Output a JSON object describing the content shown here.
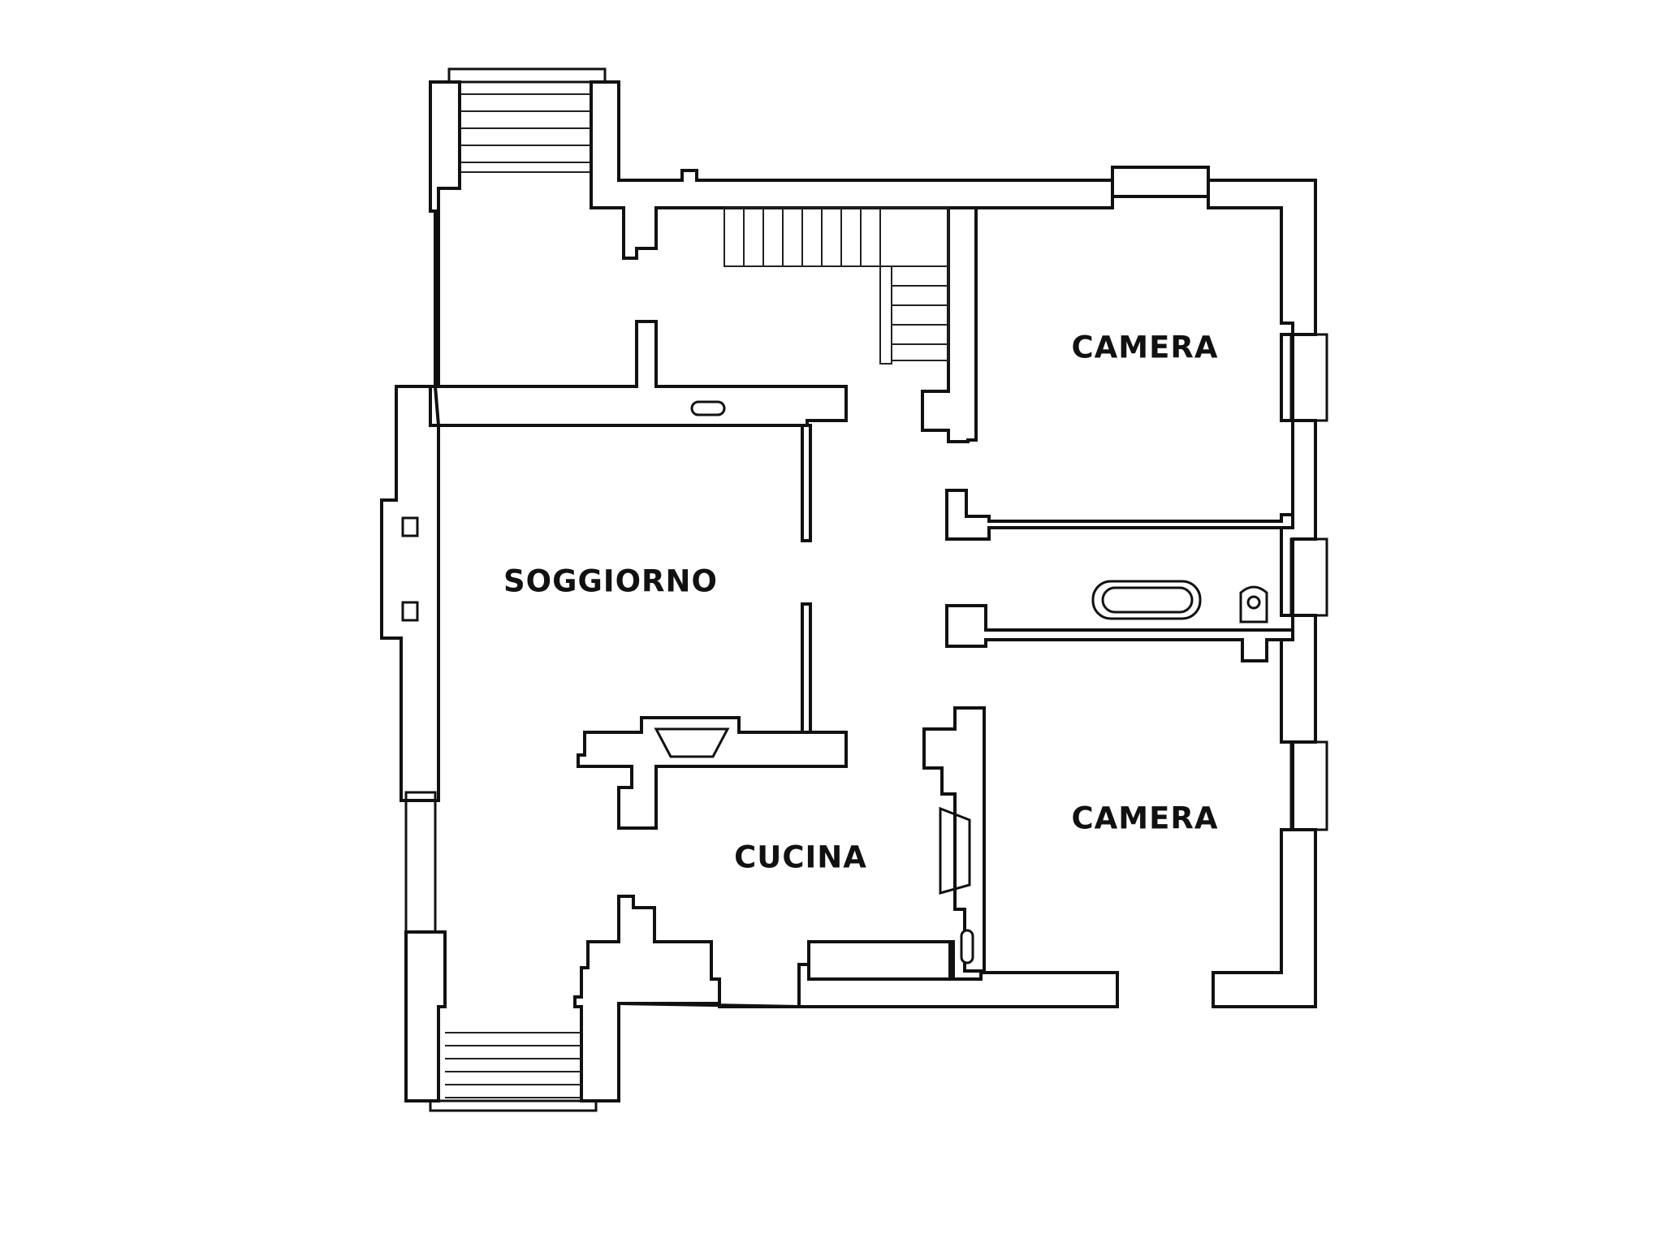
{
  "plan": {
    "rooms": [
      {
        "id": "camera-top",
        "label": "CAMERA"
      },
      {
        "id": "soggiorno",
        "label": "SOGGIORNO"
      },
      {
        "id": "cucina",
        "label": "CUCINA"
      },
      {
        "id": "camera-bottom",
        "label": "CAMERA"
      }
    ],
    "line_color": "#111111",
    "background_color": "#ffffff"
  }
}
